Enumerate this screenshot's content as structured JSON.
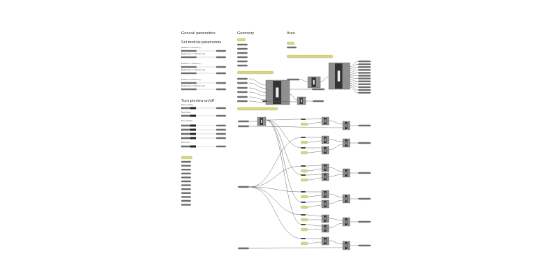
{
  "headings": {
    "general": "General parameters",
    "module": "Set module parameters",
    "preview": "Turn preview on/off",
    "geometry": "Geometry",
    "area": "Area"
  },
  "sliders": [
    "Modules in X direction [-]",
    "Module size in X direction [m]",
    "Modules in Y direction [-]",
    "Module size in Y direction [m]",
    "Modules in Z direction [-]",
    "Module size in Z direction [m]"
  ],
  "toggles": [
    "Show modules",
    "Show floors",
    "Show facades",
    "Show roof"
  ],
  "colors": {
    "panel": "#d4d68a",
    "component": "#8f8f8f",
    "wire": "#5a5a5a",
    "param": "#6e6e6e"
  }
}
